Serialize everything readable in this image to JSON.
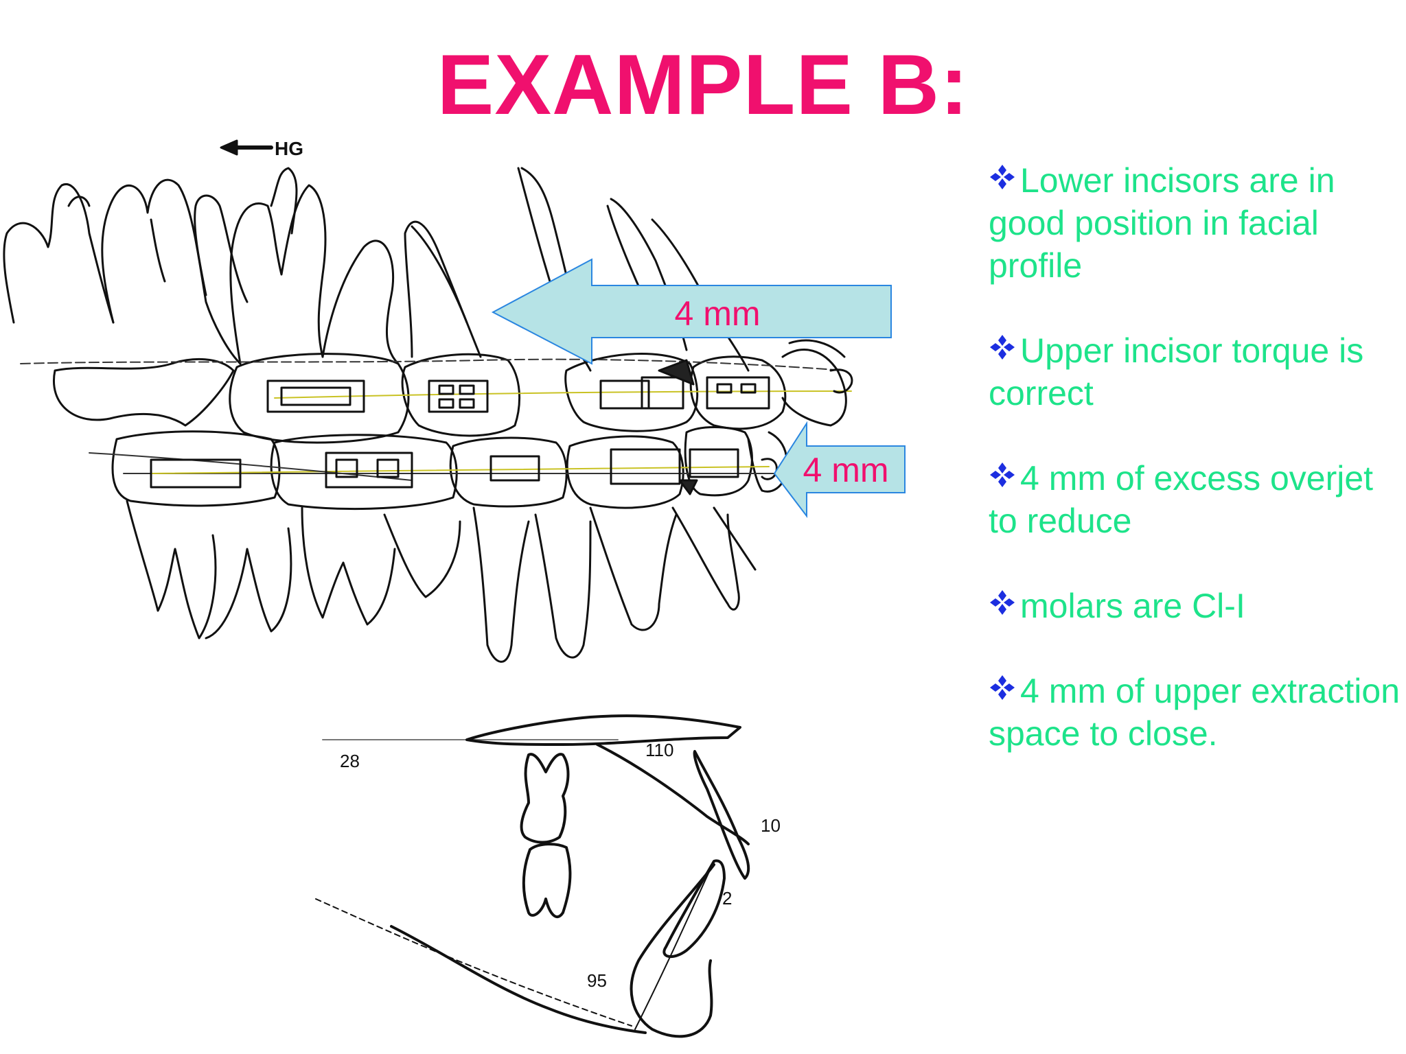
{
  "title": "EXAMPLE B:",
  "colors": {
    "title": "#f0106e",
    "bullet_text": "#1de38a",
    "bullet_marker": "#1c2ee0",
    "arrow_fill": "#b6e3e6",
    "arrow_stroke": "#2a86e0",
    "arrow_label": "#f0106e"
  },
  "diagram": {
    "hg_label": "HG",
    "upper_arrow_label": "4 mm",
    "lower_arrow_label": "4 mm",
    "angles": {
      "a28": "28",
      "a110": "110",
      "a10": "10",
      "a2": "2",
      "a95": "95"
    }
  },
  "bullets": [
    {
      "marker_icon": "four-diamond-icon",
      "text": "Lower incisors are in good position in facial profile"
    },
    {
      "marker_icon": "four-diamond-icon",
      "text": "Upper incisor torque is correct"
    },
    {
      "marker_icon": "four-diamond-icon",
      "text": "4 mm of excess overjet to reduce"
    },
    {
      "marker_icon": "four-diamond-icon",
      "text": "molars are Cl-I"
    },
    {
      "marker_icon": "four-diamond-icon",
      "text": "4 mm of upper extraction space to close."
    }
  ]
}
